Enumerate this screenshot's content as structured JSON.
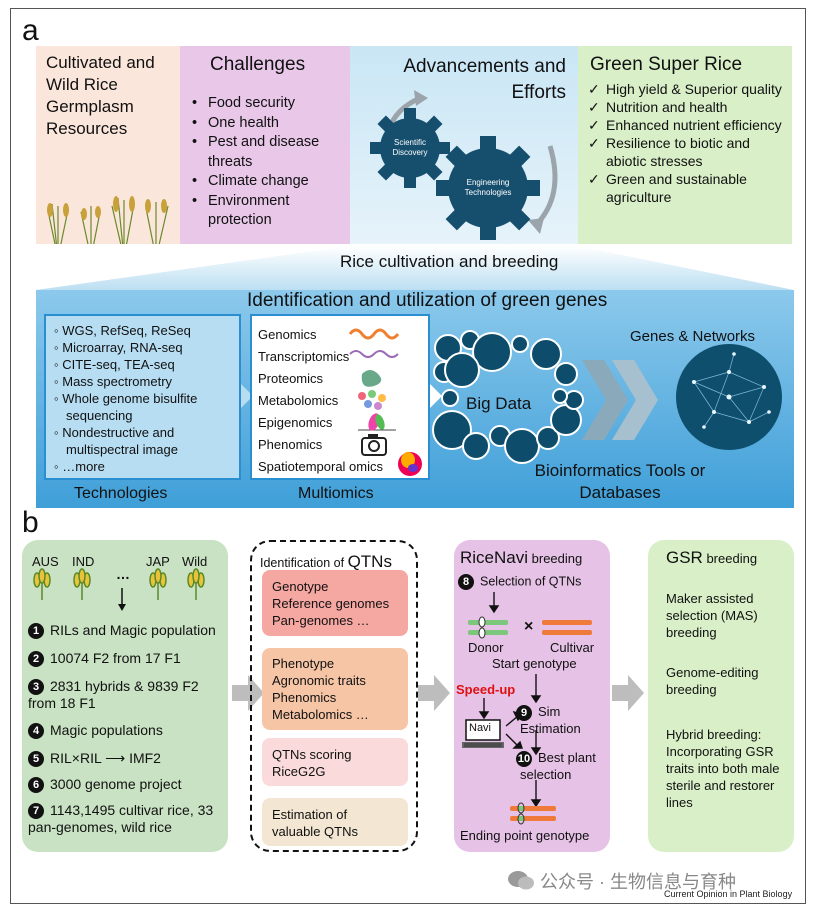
{
  "panel_a": {
    "label": "a",
    "germplasm": {
      "title": "Cultivated and Wild Rice Germplasm Resources"
    },
    "challenges": {
      "title": "Challenges",
      "items": [
        "Food security",
        "One health",
        "Pest and disease threats",
        "Climate change",
        "Environment protection"
      ]
    },
    "advancements": {
      "title": "Advancements and Efforts",
      "gear_small": "Scientific Discovery",
      "gear_large": "Engineering Technologies"
    },
    "gsr": {
      "title": "Green Super Rice",
      "items": [
        "High yield & Superior quality",
        "Nutrition and health",
        "Enhanced nutrient efficiency",
        "Resilience to biotic and abiotic stresses",
        "Green and sustainable agriculture"
      ]
    },
    "rice_cultivation": "Rice cultivation and breeding",
    "identification_title": "Identification and utilization of green genes",
    "technologies": {
      "items": [
        "WGS, RefSeq, ReSeq",
        "Microarray, RNA-seq",
        "CITE-seq, TEA-seq",
        "Mass spectrometry",
        "Whole genome bisulfite sequencing",
        "Nondestructive and multispectral image",
        "…more"
      ],
      "label": "Technologies"
    },
    "multiomics": {
      "items": [
        "Genomics",
        "Transcriptomics",
        "Proteomics",
        "Metabolomics",
        "Epigenomics",
        "Phenomics",
        "Spatiotemporal omics"
      ],
      "label": "Multiomics"
    },
    "big_data": "Big Data",
    "genes_networks": "Genes & Networks",
    "bioinfo": "Bioinformatics Tools or Databases"
  },
  "panel_b": {
    "label": "b",
    "populations": {
      "groups": [
        "AUS",
        "IND",
        "…",
        "JAP",
        "Wild"
      ],
      "items": [
        {
          "n": "1",
          "text": "RILs and Magic population"
        },
        {
          "n": "2",
          "text": "10074 F2  from 17 F1"
        },
        {
          "n": "3",
          "text": "2831 hybrids & 9839 F2 from 18 F1"
        },
        {
          "n": "4",
          "text": "Magic populations"
        },
        {
          "n": "5",
          "text": "RIL×RIL  ⟶  IMF2"
        },
        {
          "n": "6",
          "text": "3000 genome project"
        },
        {
          "n": "7",
          "text": "1143,1495 cultivar rice, 33 pan-genomes, wild rice"
        }
      ]
    },
    "qtn": {
      "title_pre": "Identification of ",
      "title_big": "QTNs",
      "box1": [
        "Genotype",
        "Reference genomes",
        "Pan-genomes …"
      ],
      "box2": [
        "Phenotype",
        "Agronomic traits",
        "Phenomics",
        "Metabolomics …"
      ],
      "box3": [
        "QTNs scoring",
        "RiceG2G"
      ],
      "box4": [
        "Estimation of",
        "valuable QTNs"
      ]
    },
    "ricenavi": {
      "title_big": "RiceNavi",
      "title_small": " breeding",
      "step8": "Selection of QTNs",
      "donor": "Donor",
      "cultivar": "Cultivar",
      "times": "×",
      "start": "Start genotype",
      "speedup": "Speed-up",
      "navi": "Navi",
      "step9": "Sim Estimation",
      "step10": "Best plant selection",
      "ending": "Ending point genotype"
    },
    "gsr_breeding": {
      "title_big": "GSR",
      "title_small": " breeding",
      "items": [
        "Maker assisted selection (MAS) breeding",
        "Genome-editing breeding",
        "Hybrid breeding: Incorporating GSR traits into both male sterile and restorer lines"
      ]
    },
    "watermark": "公众号 · 生物信息与育种",
    "credit": "Current Opinion in Plant Biology"
  },
  "colors": {
    "germplasm_bg": "#fbe6dc",
    "challenges_bg": "#e8c7e8",
    "advance_bg": "#d8ecf6",
    "gsr_bg": "#d9efc8",
    "blue_band": "#5fb2e0",
    "gear": "#164f6e",
    "green_panel": "#c9e2c3",
    "pink_panel": "#e6c2e6"
  }
}
